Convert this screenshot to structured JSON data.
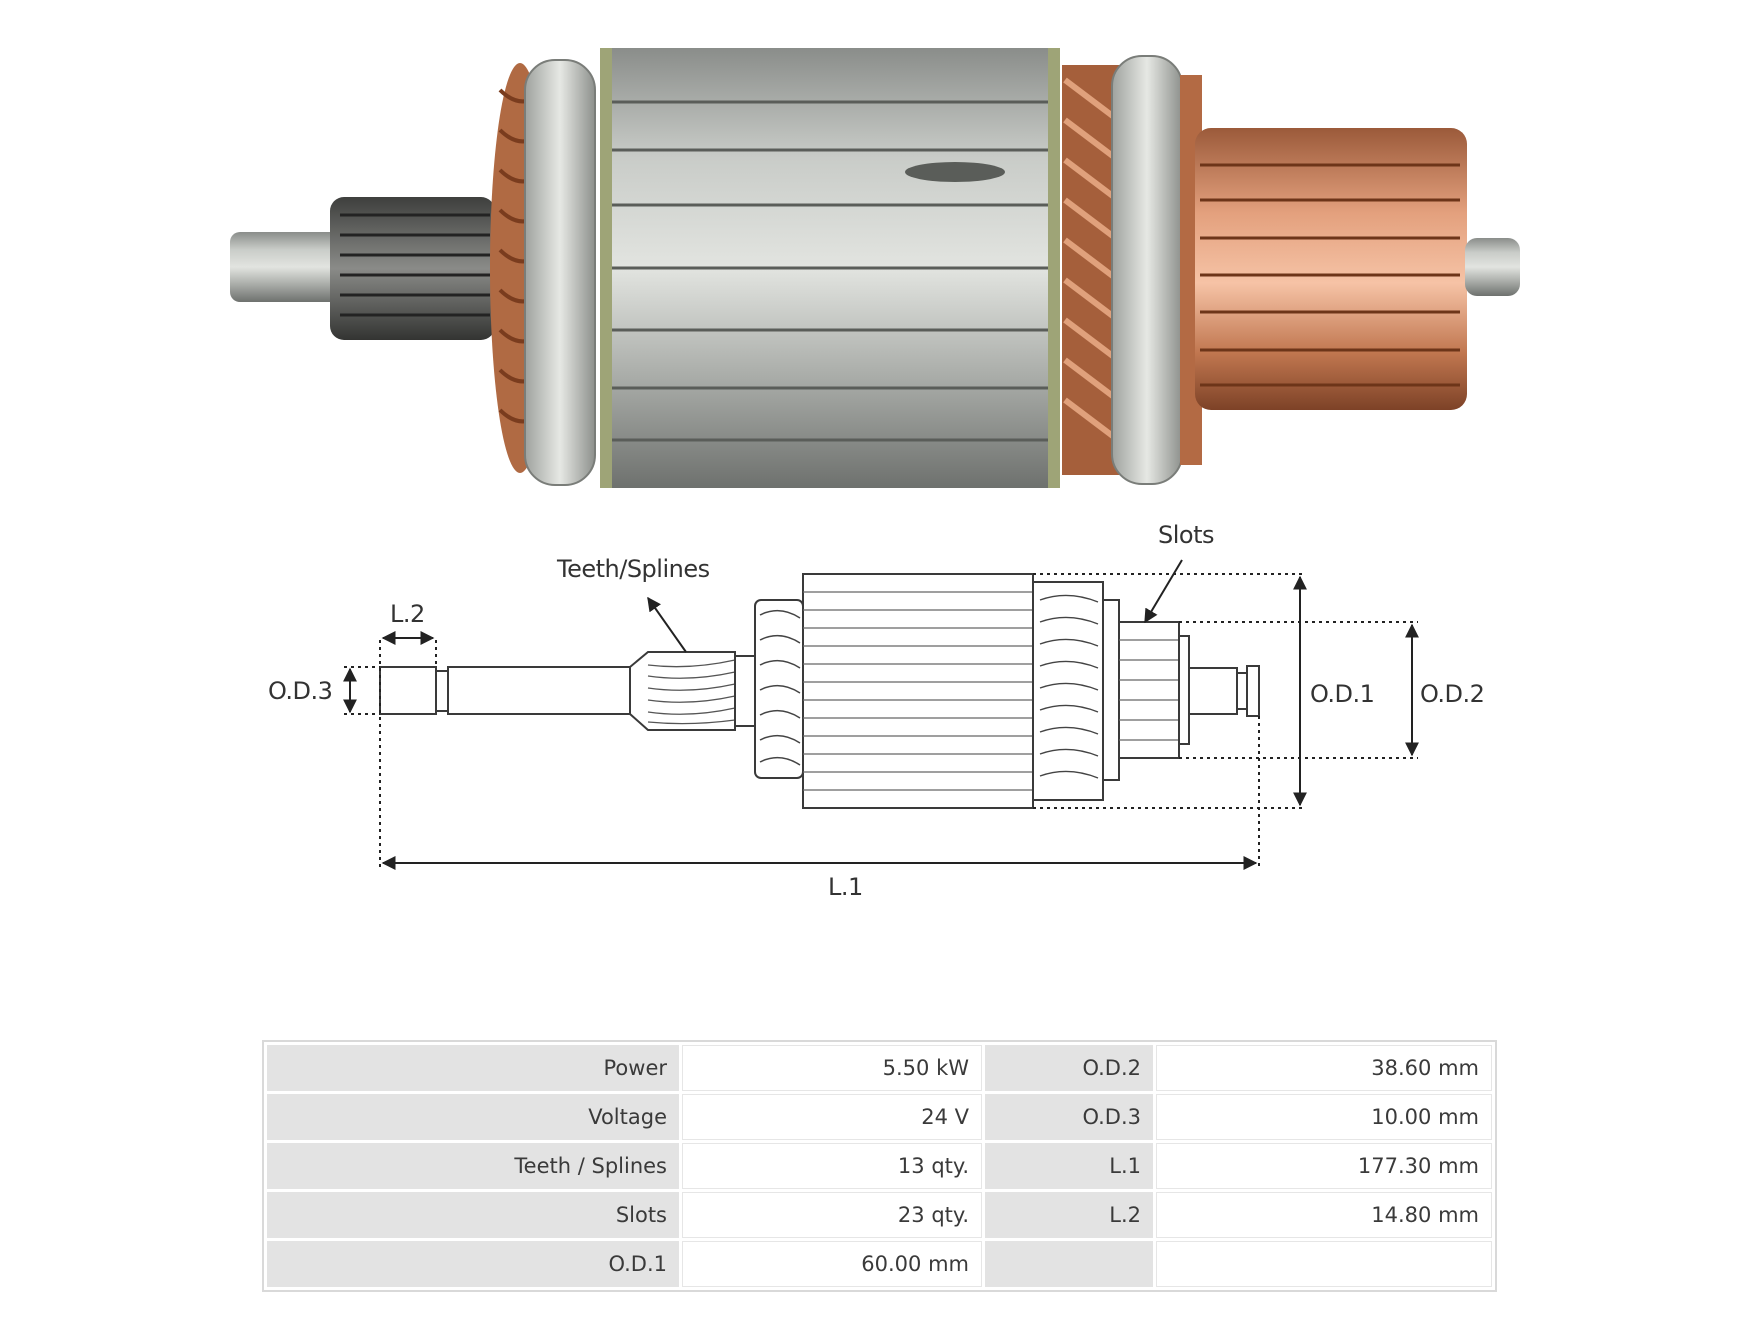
{
  "diagram": {
    "labels": {
      "teeth_splines": "Teeth/Splines",
      "slots": "Slots",
      "l2": "L.2",
      "od3": "O.D.3",
      "od1": "O.D.1",
      "od2": "O.D.2",
      "l1": "L.1"
    }
  },
  "specs": {
    "rows": [
      {
        "k1": "Power",
        "v1": "5.50 kW",
        "k2": "O.D.2",
        "v2": "38.60 mm"
      },
      {
        "k1": "Voltage",
        "v1": "24 V",
        "k2": "O.D.3",
        "v2": "10.00 mm"
      },
      {
        "k1": "Teeth / Splines",
        "v1": "13 qty.",
        "k2": "L.1",
        "v2": "177.30 mm"
      },
      {
        "k1": "Slots",
        "v1": "23 qty.",
        "k2": "L.2",
        "v2": "14.80 mm"
      },
      {
        "k1": "O.D.1",
        "v1": "60.00 mm",
        "k2": "",
        "v2": ""
      }
    ]
  }
}
